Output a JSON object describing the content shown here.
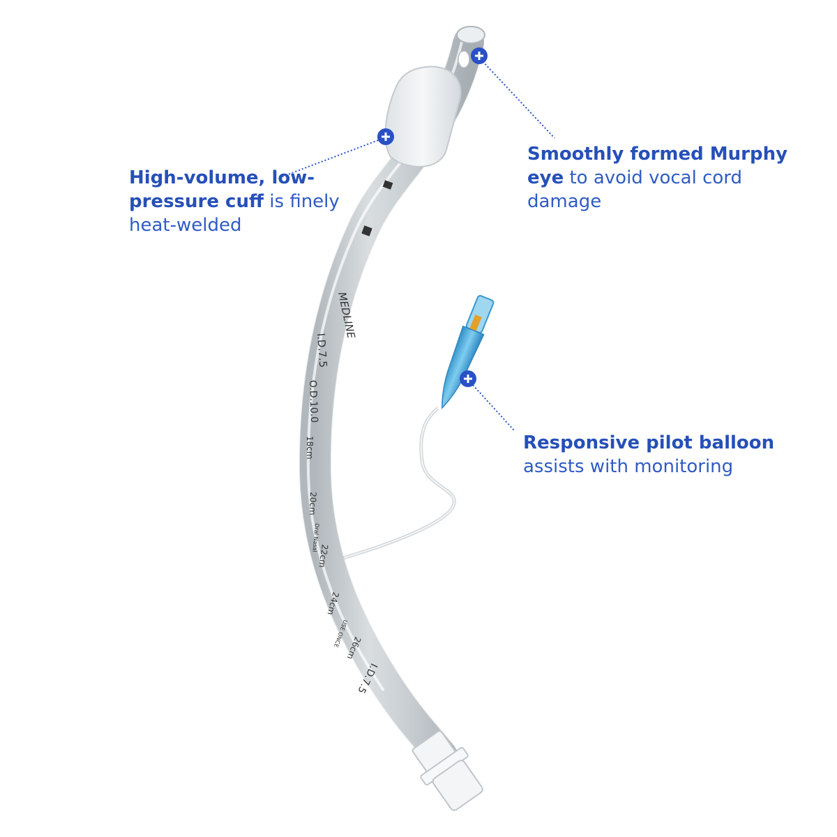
{
  "colors": {
    "accent": "#2f5bc4",
    "hotspot": "#2950c6",
    "pilot_blue": "#3aa6dd"
  },
  "tube_markings": {
    "brand": "MEDLINE",
    "inner_diameter": "I.D.7.5",
    "outer_diameter": "O.D.10.0",
    "depth_18": "18cm",
    "depth_20": "20cm",
    "oral_nasal": "Oral Nasal",
    "depth_22": "22cm",
    "depth_24": "24cm",
    "use_once": "USE ONCE",
    "depth_26": "26cm",
    "inner_diameter_lower": "I.D.7.5"
  },
  "callouts": {
    "cuff": {
      "bold": "High-volume, low-pressure cuff",
      "rest": " is finely heat-welded",
      "hotspot_icon": "plus-icon"
    },
    "murphy": {
      "bold": "Smoothly formed Murphy eye",
      "rest": " to avoid vocal cord damage",
      "hotspot_icon": "plus-icon"
    },
    "pilot": {
      "bold": "Responsive pilot balloon",
      "rest": " assists with monitoring",
      "hotspot_icon": "plus-icon"
    }
  }
}
